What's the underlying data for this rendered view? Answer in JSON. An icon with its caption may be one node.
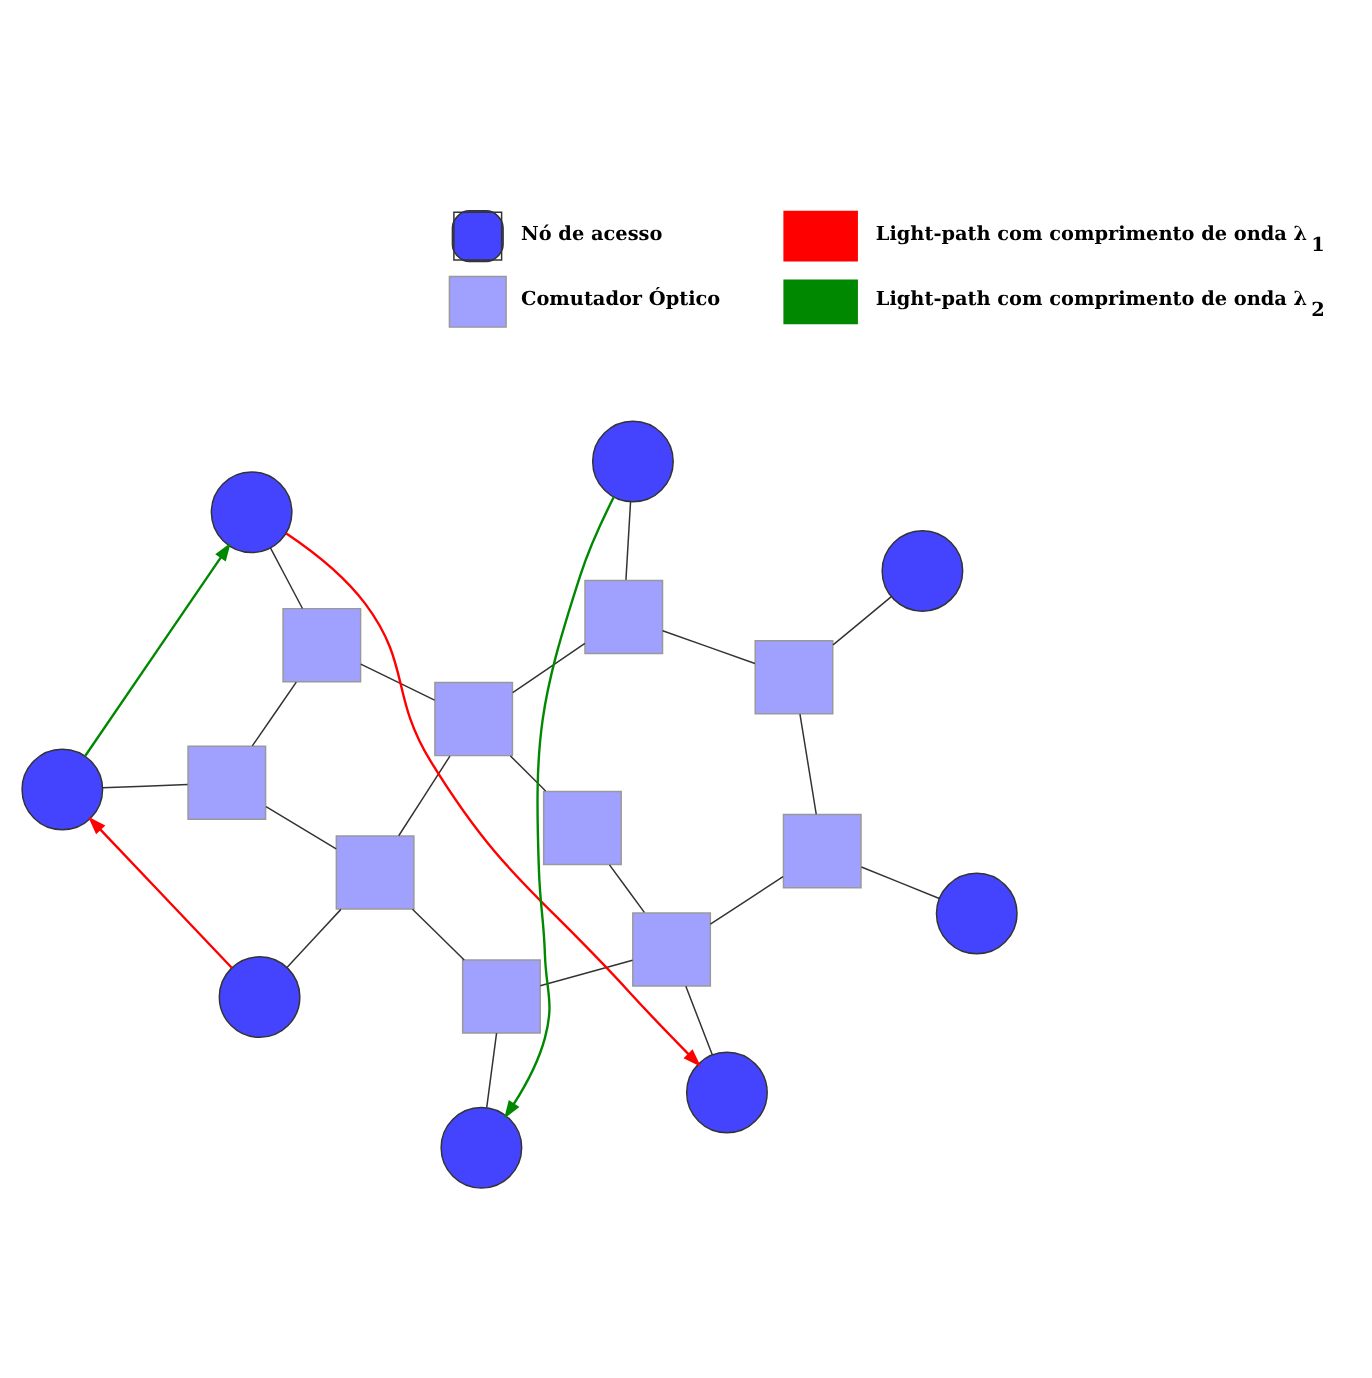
{
  "diagram": {
    "nodes": [
      {
        "text": [],
        "shape": "circle"
      },
      {
        "text": [],
        "shape": "circle"
      },
      {
        "text": [],
        "shape": "circle"
      },
      {
        "text": [],
        "shape": "box"
      },
      {
        "text": [],
        "shape": "box"
      },
      {
        "text": [],
        "shape": "box"
      },
      {
        "text": [],
        "shape": "circle"
      },
      {
        "text": [],
        "shape": "box"
      },
      {
        "text": [],
        "shape": "box"
      },
      {
        "text": [],
        "shape": "box"
      },
      {
        "text": [],
        "shape": "box"
      },
      {
        "text": [],
        "shape": "circle"
      },
      {
        "text": [],
        "shape": "box"
      },
      {
        "text": [],
        "shape": "circle"
      },
      {
        "text": [],
        "shape": "box"
      },
      {
        "text": [],
        "shape": "box"
      },
      {
        "text": [],
        "shape": "circle"
      },
      {
        "text": [],
        "shape": "circle"
      }
    ],
    "edges": [
      {
        "from": 2,
        "to": 5,
        "arrow": "none"
      },
      {
        "from": 0,
        "to": 3,
        "arrow": "none"
      },
      {
        "from": 1,
        "to": 4,
        "arrow": "none"
      },
      {
        "from": 11,
        "to": 10,
        "arrow": "none"
      },
      {
        "from": 6,
        "to": 7,
        "arrow": "none"
      },
      {
        "from": 13,
        "to": 12,
        "arrow": "none"
      },
      {
        "from": 16,
        "to": 14,
        "arrow": "none"
      },
      {
        "from": 17,
        "to": 15,
        "arrow": "none"
      },
      {
        "from": 5,
        "to": 3,
        "arrow": "none"
      },
      {
        "from": 3,
        "to": 4,
        "arrow": "none"
      },
      {
        "from": 5,
        "to": 10,
        "arrow": "none"
      },
      {
        "from": 5,
        "to": 9,
        "arrow": "none"
      },
      {
        "from": 4,
        "to": 7,
        "arrow": "none"
      },
      {
        "from": 4,
        "to": 8,
        "arrow": "none"
      },
      {
        "from": 8,
        "to": 15,
        "arrow": "none"
      },
      {
        "from": 9,
        "to": 8,
        "arrow": "none"
      },
      {
        "from": 8,
        "to": 12,
        "arrow": "none"
      },
      {
        "from": 7,
        "to": 12,
        "arrow": "none"
      },
      {
        "from": 10,
        "to": 14,
        "arrow": "none"
      },
      {
        "from": 14,
        "to": 15,
        "arrow": "none"
      },
      {
        "from": 1,
        "to": 6,
        "arrow": "to",
        "color": "#ff0000"
      },
      {
        "from": 13,
        "to": 2,
        "arrow": "to",
        "color": "#ff0000"
      },
      {
        "from": 6,
        "to": 13,
        "arrow": "to",
        "color": "#008800"
      },
      {
        "from": 17,
        "to": 0,
        "arrow": "to",
        "color": "#008800"
      }
    ],
    "legend": [
      {
        "text": "Nó de acesso"
      },
      {
        "text": "Comutador Óptico"
      },
      {
        "text": "Light-path com comprimento de onda λ$_{1}$"
      },
      {
        "text": "Light-path com comprimento de onda λ$_{2}$"
      }
    ]
  }
}
